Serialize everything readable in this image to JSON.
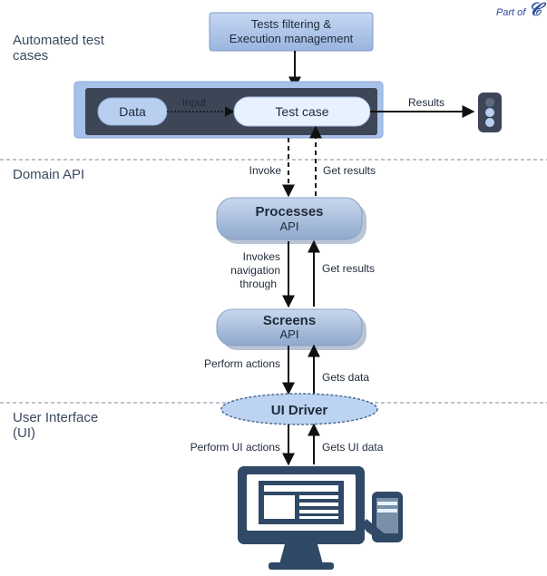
{
  "brand": {
    "prefix": "Part of",
    "logo_glyph": "𝒞"
  },
  "layers": {
    "automated": "Automated test cases",
    "domain_api": "Domain API",
    "ui": "User Interface (UI)"
  },
  "nodes": {
    "tests_filtering_line1": "Tests filtering &",
    "tests_filtering_line2": "Execution management",
    "data": "Data",
    "test_case": "Test case",
    "processes_title": "Processes",
    "processes_sub": "API",
    "screens_title": "Screens",
    "screens_sub": "API",
    "ui_driver": "UI Driver"
  },
  "edges": {
    "input": "Input",
    "results": "Results",
    "invoke": "Invoke",
    "get_results_1": "Get results",
    "invokes_line1": "Invokes",
    "invokes_line2": "navigation",
    "invokes_line3": "through",
    "get_results_2": "Get results",
    "perform_actions": "Perform actions",
    "gets_data": "Gets data",
    "perform_ui_actions": "Perform UI actions",
    "gets_ui_data": "Gets UI data"
  },
  "colors": {
    "box_light": "#a9bfe4",
    "box_fill": "#cfe0f7",
    "box_dark": "#3d4657",
    "pill": "#e7f1ff",
    "api_top": "#b9cbe6",
    "api_bottom": "#8ea6c9",
    "driver": "#bcd3f1",
    "monitor": "#2f4966",
    "separator": "#a8b0ba"
  }
}
